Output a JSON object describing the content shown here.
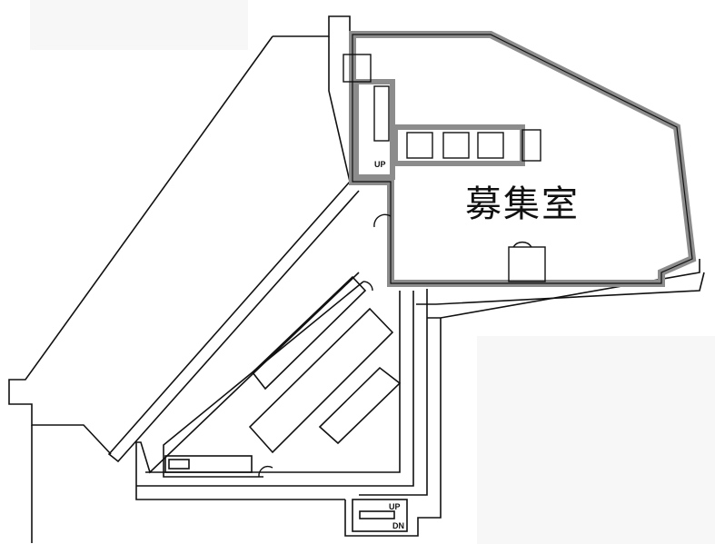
{
  "room": {
    "name": "募集室"
  },
  "labels": {
    "up_core": "UP",
    "up_bottom": "UP",
    "dn_bottom": "DN"
  },
  "colors": {
    "wall": "#8c8c8c",
    "line": "#111111"
  }
}
